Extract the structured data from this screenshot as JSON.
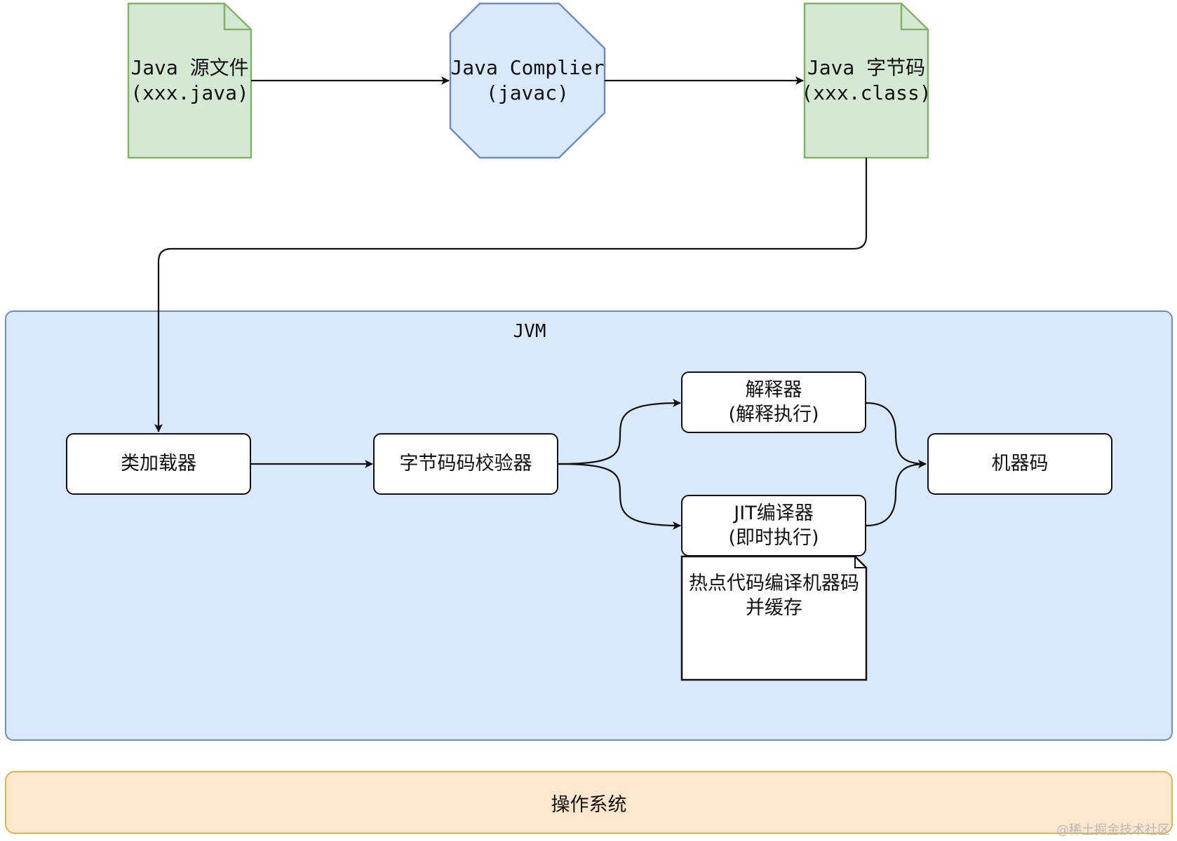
{
  "nodes": {
    "java_source": {
      "line1": "Java 源文件",
      "line2": "(xxx.java)"
    },
    "compiler": {
      "line1": "Java Complier",
      "line2": "(javac)"
    },
    "bytecode": {
      "line1": "Java 字节码",
      "line2": "(xxx.class)"
    },
    "class_loader": {
      "label": "类加载器"
    },
    "verifier": {
      "label": "字节码码校验器"
    },
    "interpreter": {
      "line1": "解释器",
      "line2": "(解释执行)"
    },
    "jit": {
      "line1": "JIT编译器",
      "line2": "(即时执行)"
    },
    "jit_note": {
      "line1": "热点代码编译机器码",
      "line2": "并缓存"
    },
    "machine_code": {
      "label": "机器码"
    }
  },
  "regions": {
    "jvm": {
      "label": "JVM"
    },
    "os": {
      "label": "操作系统"
    }
  },
  "watermark": "@稀土掘金技术社区",
  "colors": {
    "file_fill": "#d5e8d4",
    "file_stroke": "#82b366",
    "compiler_fill": "#dae8fc",
    "compiler_stroke": "#6c8ebf",
    "jvm_fill": "#dae8fc",
    "jvm_stroke": "#6c8ebf",
    "os_fill": "#ffe6cc",
    "os_stroke": "#d6b656",
    "edge": "#111111"
  },
  "edges": [
    {
      "from": "java_source",
      "to": "compiler"
    },
    {
      "from": "compiler",
      "to": "bytecode"
    },
    {
      "from": "bytecode",
      "to": "class_loader"
    },
    {
      "from": "class_loader",
      "to": "verifier"
    },
    {
      "from": "verifier",
      "to": "interpreter"
    },
    {
      "from": "verifier",
      "to": "jit"
    },
    {
      "from": "interpreter",
      "to": "machine_code"
    },
    {
      "from": "jit",
      "to": "machine_code"
    }
  ]
}
